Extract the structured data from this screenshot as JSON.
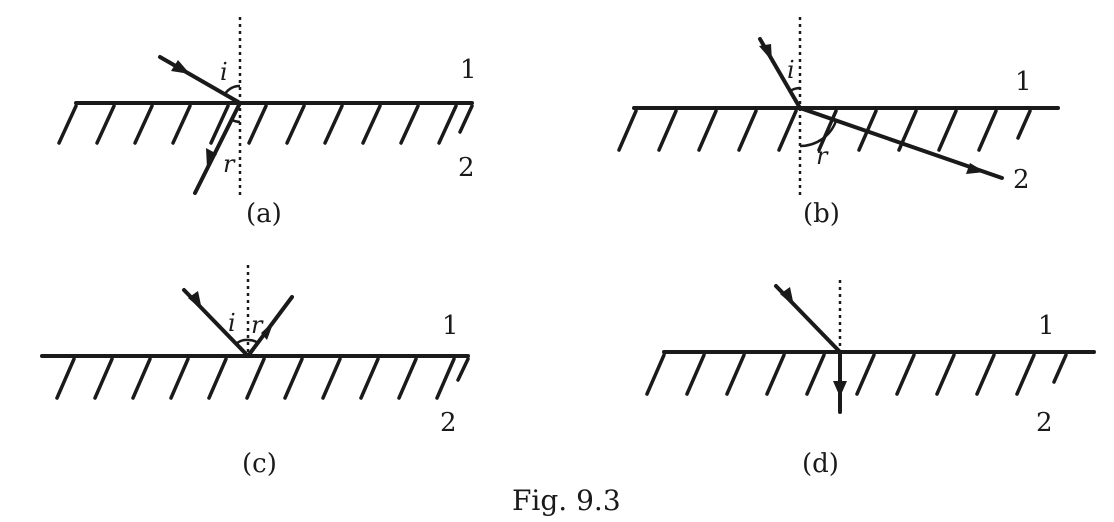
{
  "panels": [
    {
      "id": "a",
      "label": "(a)",
      "medium_top": "1",
      "medium_bottom": "2",
      "incidence_angle": "i",
      "refraction_angle": "r"
    },
    {
      "id": "b",
      "label": "(b)",
      "medium_top": "1",
      "medium_bottom": "2",
      "incidence_angle": "i",
      "refraction_angle": "r"
    },
    {
      "id": "c",
      "label": "(c)",
      "medium_top": "1",
      "medium_bottom": "2",
      "incidence_angle": "i",
      "refraction_angle": "r"
    },
    {
      "id": "d",
      "label": "(d)",
      "medium_top": "1",
      "medium_bottom": "2"
    }
  ],
  "caption": "Fig. 9.3"
}
